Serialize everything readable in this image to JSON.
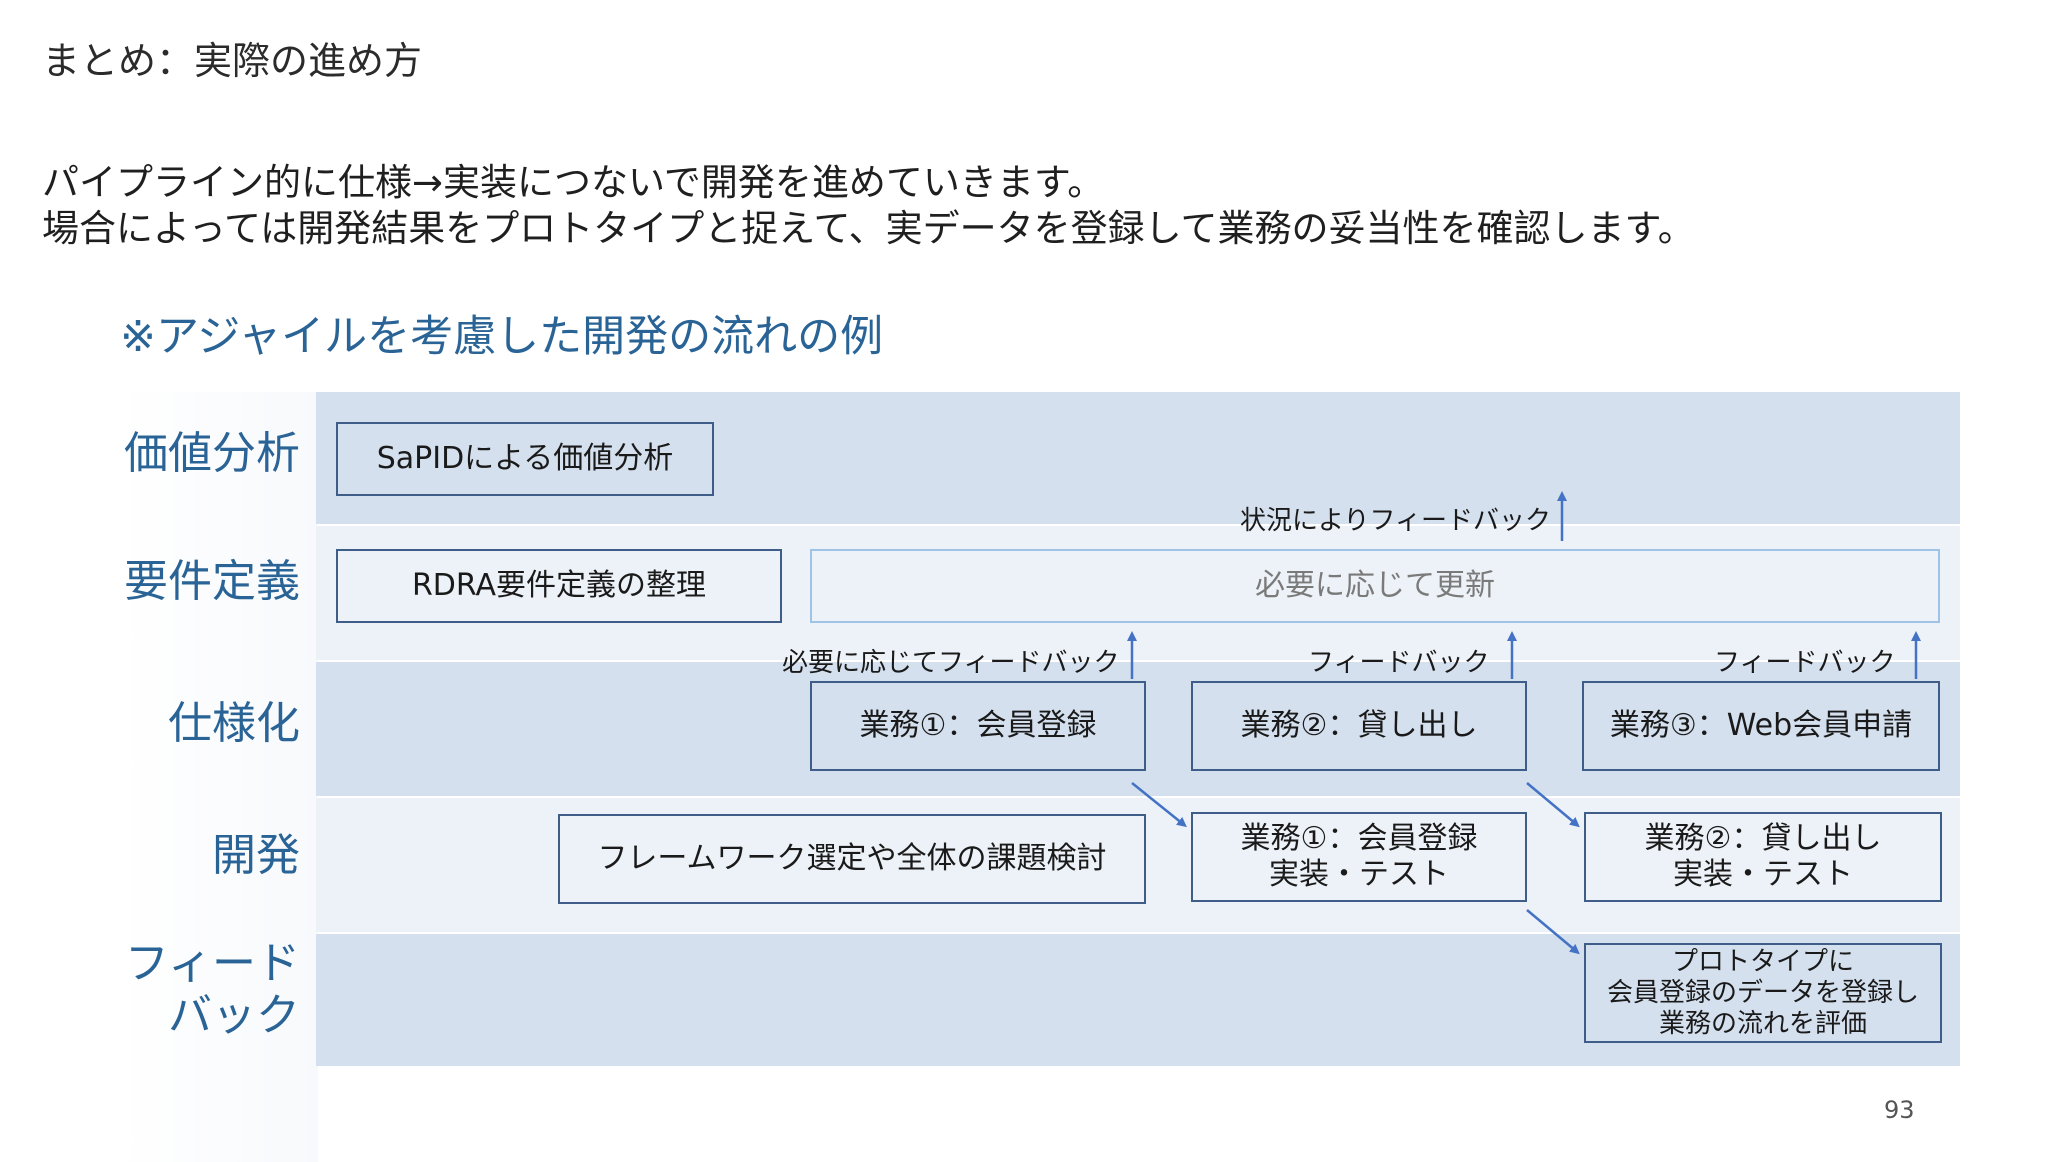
{
  "slide": {
    "title": "まとめ：実際の進め方",
    "intro_line1": "パイプライン的に仕様→実装につないで開発を進めていきます。",
    "intro_line2": "場合によっては開発結果をプロトタイプと捉えて、実データを登録して業務の妥当性を確認します。",
    "subheading": "※アジャイルを考慮した開発の流れの例",
    "page_number": "93"
  },
  "lanes": [
    {
      "label": "価値分析",
      "color": "#d5e0ef"
    },
    {
      "label": "要件定義",
      "color": "#edf2f8"
    },
    {
      "label": "仕様化",
      "color": "#d5e0ef"
    },
    {
      "label": "開発",
      "color": "#edf2f8"
    },
    {
      "label": "フィード\nバック",
      "color": "#d5e0ef"
    }
  ],
  "boxes": {
    "sapid": "SaPIDによる価値分析",
    "rdra": "RDRA要件定義の整理",
    "update": "必要に応じて更新",
    "spec1": "業務①：会員登録",
    "spec2": "業務②：貸し出し",
    "spec3": "業務③：Web会員申請",
    "framework": "フレームワーク選定や全体の課題検討",
    "dev1": "業務①：会員登録\n実装・テスト",
    "dev2": "業務②：貸し出し\n実装・テスト",
    "prototype": "プロトタイプに\n会員登録のデータを登録し\n業務の流れを評価"
  },
  "feedback_labels": {
    "status": "状況によりフィードバック",
    "as_needed": "必要に応じてフィードバック",
    "fb2": "フィードバック",
    "fb3": "フィードバック"
  },
  "colors": {
    "accent_text": "#2a6496",
    "box_border": "#3f5d89",
    "light_border": "#9dc3e6",
    "arrow": "#4472c4"
  }
}
